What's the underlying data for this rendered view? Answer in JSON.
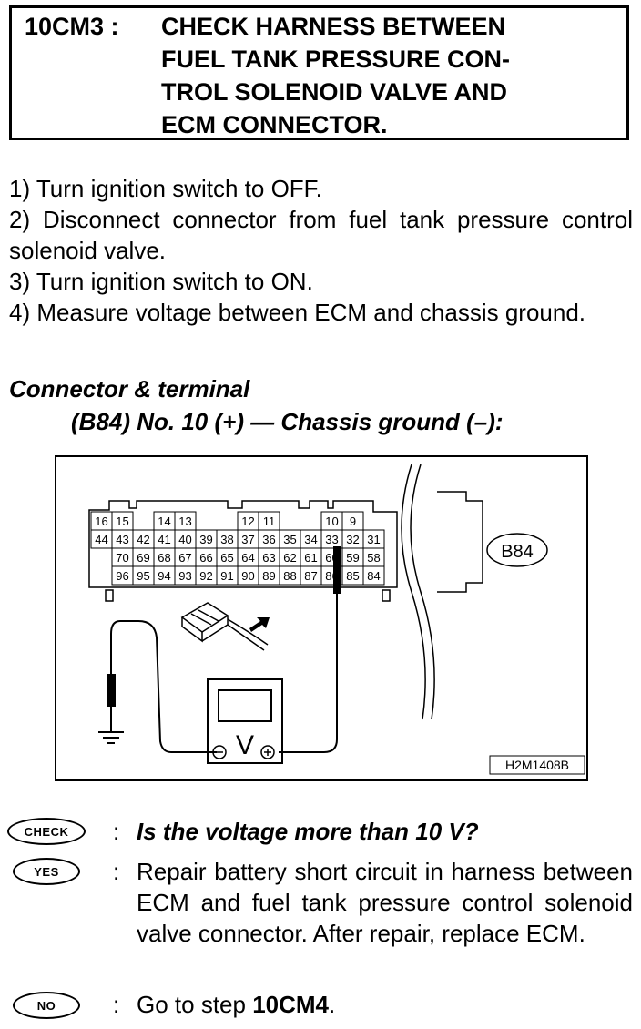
{
  "step": {
    "id": "10CM3 :",
    "title_lines": [
      "CHECK HARNESS BETWEEN",
      "FUEL TANK PRESSURE CON-",
      "TROL SOLENOID VALVE AND",
      "ECM CONNECTOR."
    ]
  },
  "instructions": [
    "1) Turn ignition switch to OFF.",
    "2) Disconnect connector from fuel tank pressure control solenoid valve.",
    "3) Turn ignition switch to ON.",
    "4) Measure voltage between ECM and chassis ground."
  ],
  "connector": {
    "heading": "Connector & terminal",
    "spec": "(B84) No. 10 (+) — Chassis ground (–):"
  },
  "diagram": {
    "connector_label": "B84",
    "figure_code": "H2M1408B",
    "meter_symbol": "V",
    "terminal_rows": [
      [
        "16",
        "15",
        "",
        "14",
        "13",
        "",
        "",
        "12",
        "11",
        "",
        "",
        "10",
        "9",
        ""
      ],
      [
        "44",
        "43",
        "42",
        "41",
        "40",
        "39",
        "38",
        "37",
        "36",
        "35",
        "34",
        "33",
        "32",
        "31"
      ],
      [
        "",
        "70",
        "69",
        "68",
        "67",
        "66",
        "65",
        "64",
        "63",
        "62",
        "61",
        "60",
        "59",
        "58"
      ],
      [
        "",
        "96",
        "95",
        "94",
        "93",
        "92",
        "91",
        "90",
        "89",
        "88",
        "87",
        "86",
        "85",
        "84"
      ]
    ]
  },
  "results": {
    "check_badge": "CHECK",
    "question": "Is the voltage more than 10 V?",
    "yes_badge": "YES",
    "yes_text": "Repair battery short circuit in harness between ECM and fuel tank pressure control solenoid valve connector. After repair, replace ECM.",
    "no_badge": "NO",
    "no_text_prefix": "Go to step ",
    "no_step": "10CM4",
    "no_text_suffix": ".",
    "colon": ":"
  }
}
